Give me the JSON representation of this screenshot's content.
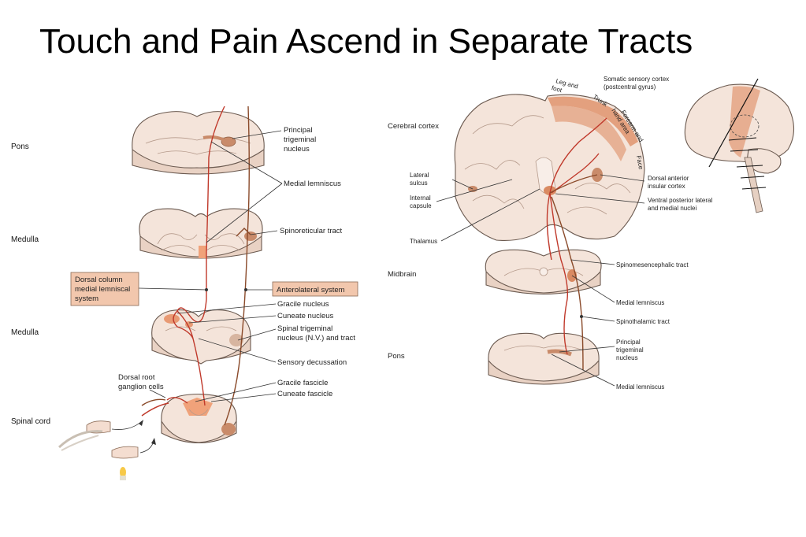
{
  "title": "Touch and Pain Ascend in Separate Tracts",
  "regions_left": {
    "pons": "Pons",
    "medulla_upper": "Medulla",
    "medulla_lower": "Medulla",
    "spinal_cord": "Spinal cord"
  },
  "left_labels": {
    "principal_trigeminal": [
      "Principal",
      "trigeminal",
      "nucleus"
    ],
    "medial_lemniscus": "Medial lemniscus",
    "spinoreticular": "Spinoreticular tract",
    "dorsal_column": [
      "Dorsal column",
      "medial lemniscal",
      "system"
    ],
    "anterolateral": "Anterolateral system",
    "gracile_nucleus": "Gracile nucleus",
    "cuneate_nucleus": "Cuneate nucleus",
    "spinal_trigeminal": [
      "Spinal trigeminal",
      "nucleus (N.V.) and tract"
    ],
    "sensory_decussation": "Sensory decussation",
    "dorsal_root": [
      "Dorsal root",
      "ganglion cells"
    ],
    "gracile_fascicle": "Gracile fascicle",
    "cuneate_fascicle": "Cuneate fascicle"
  },
  "regions_right": {
    "cerebral_cortex": "Cerebral cortex",
    "midbrain": "Midbrain",
    "pons": "Pons"
  },
  "right_labels": {
    "leg_foot": [
      "Leg and",
      "foot"
    ],
    "trunk": "Trunk",
    "forearm": [
      "Forearm and",
      "hand area"
    ],
    "face": "Face",
    "somatic_cortex": [
      "Somatic sensory cortex",
      "(postcentral gyrus)"
    ],
    "lateral_sulcus": [
      "Lateral",
      "sulcus"
    ],
    "internal_capsule": [
      "Internal",
      "capsule"
    ],
    "thalamus": "Thalamus",
    "dorsal_insular": [
      "Dorsal anterior",
      "insular cortex"
    ],
    "vpl": [
      "Ventral posterior lateral",
      "and medial nuclei"
    ],
    "spinomesencephalic": "Spinomesencephalic tract",
    "medial_lemniscus_mid": "Medial lemniscus",
    "spinothalamic": "Spinothalamic tract",
    "principal_trigeminal": [
      "Principal",
      "trigeminal",
      "nucleus"
    ],
    "medial_lemniscus_pons": "Medial lemniscus"
  }
}
